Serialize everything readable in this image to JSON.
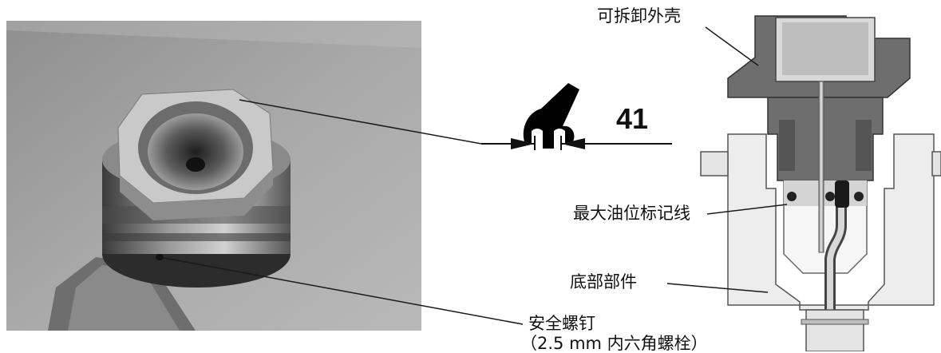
{
  "labels": {
    "removable_housing": "可拆卸外壳",
    "max_oil_mark": "最大油位标记线",
    "bottom_part": "底部部件",
    "safety_screw": "安全螺钉",
    "screw_spec": "（2.5 mm 内六角螺栓）"
  },
  "wrench": {
    "size": "41"
  },
  "colors": {
    "background": "#ffffff",
    "line": "#1a1a1a",
    "section_dark": "#6e6e6e",
    "section_light": "#ededed"
  },
  "icons": [
    "wrench-icon"
  ]
}
